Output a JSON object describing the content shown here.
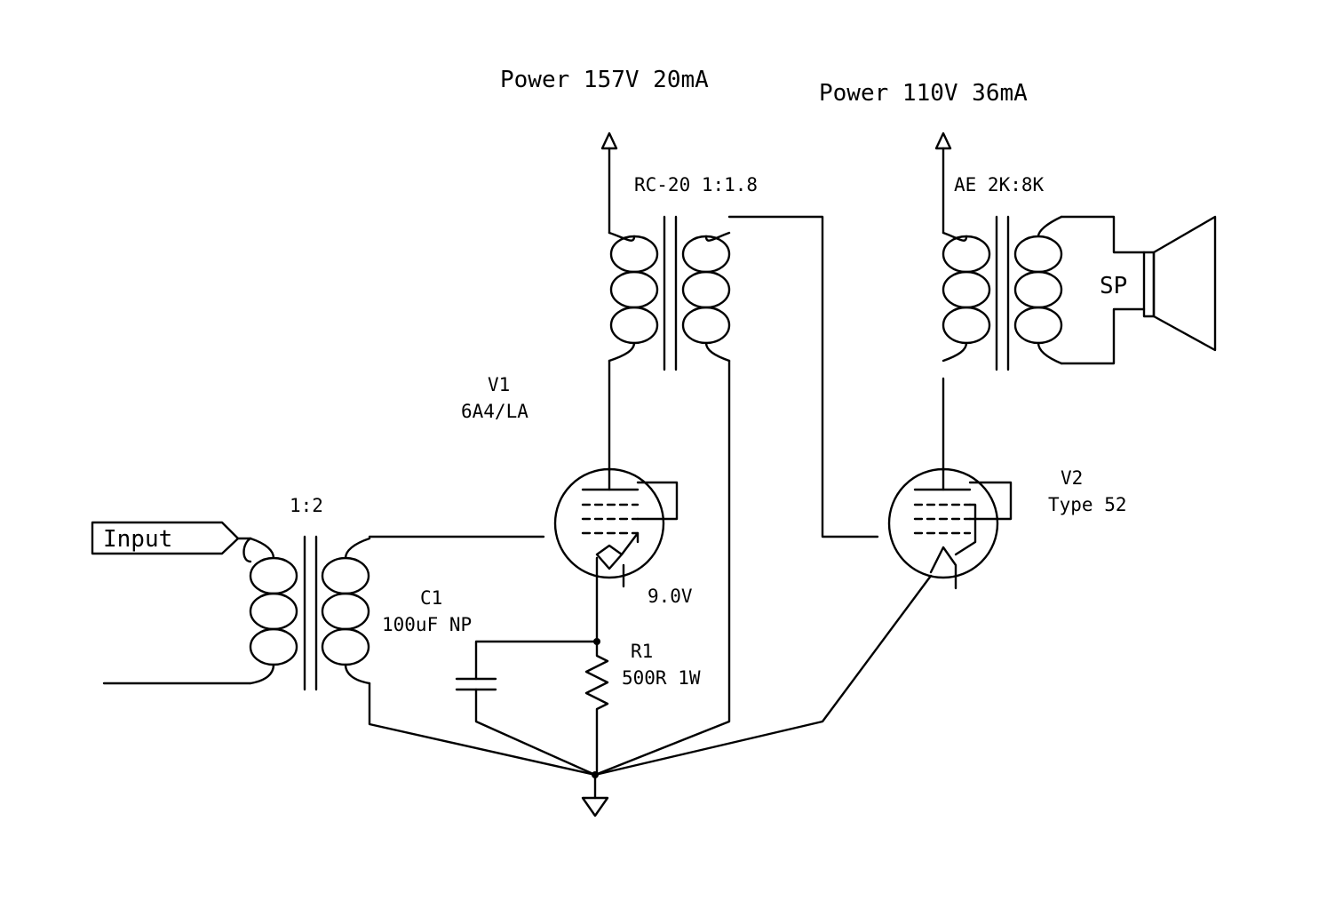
{
  "labels": {
    "power_left": "Power 157V 20mA",
    "power_right": "Power 110V 36mA",
    "input_port": "Input",
    "input_transformer": "1:2",
    "interstage_transformer": "RC-20 1:1.8",
    "output_transformer": "AE 2K:8K",
    "speaker": "SP",
    "v1_ref": "V1",
    "v1_type": "6A4/LA",
    "v2_ref": "V2",
    "v2_type": "Type 52",
    "c1_ref": "C1",
    "c1_value": "100uF NP",
    "r1_ref": "R1",
    "r1_value": "500R 1W",
    "cathode_voltage": "9.0V"
  }
}
